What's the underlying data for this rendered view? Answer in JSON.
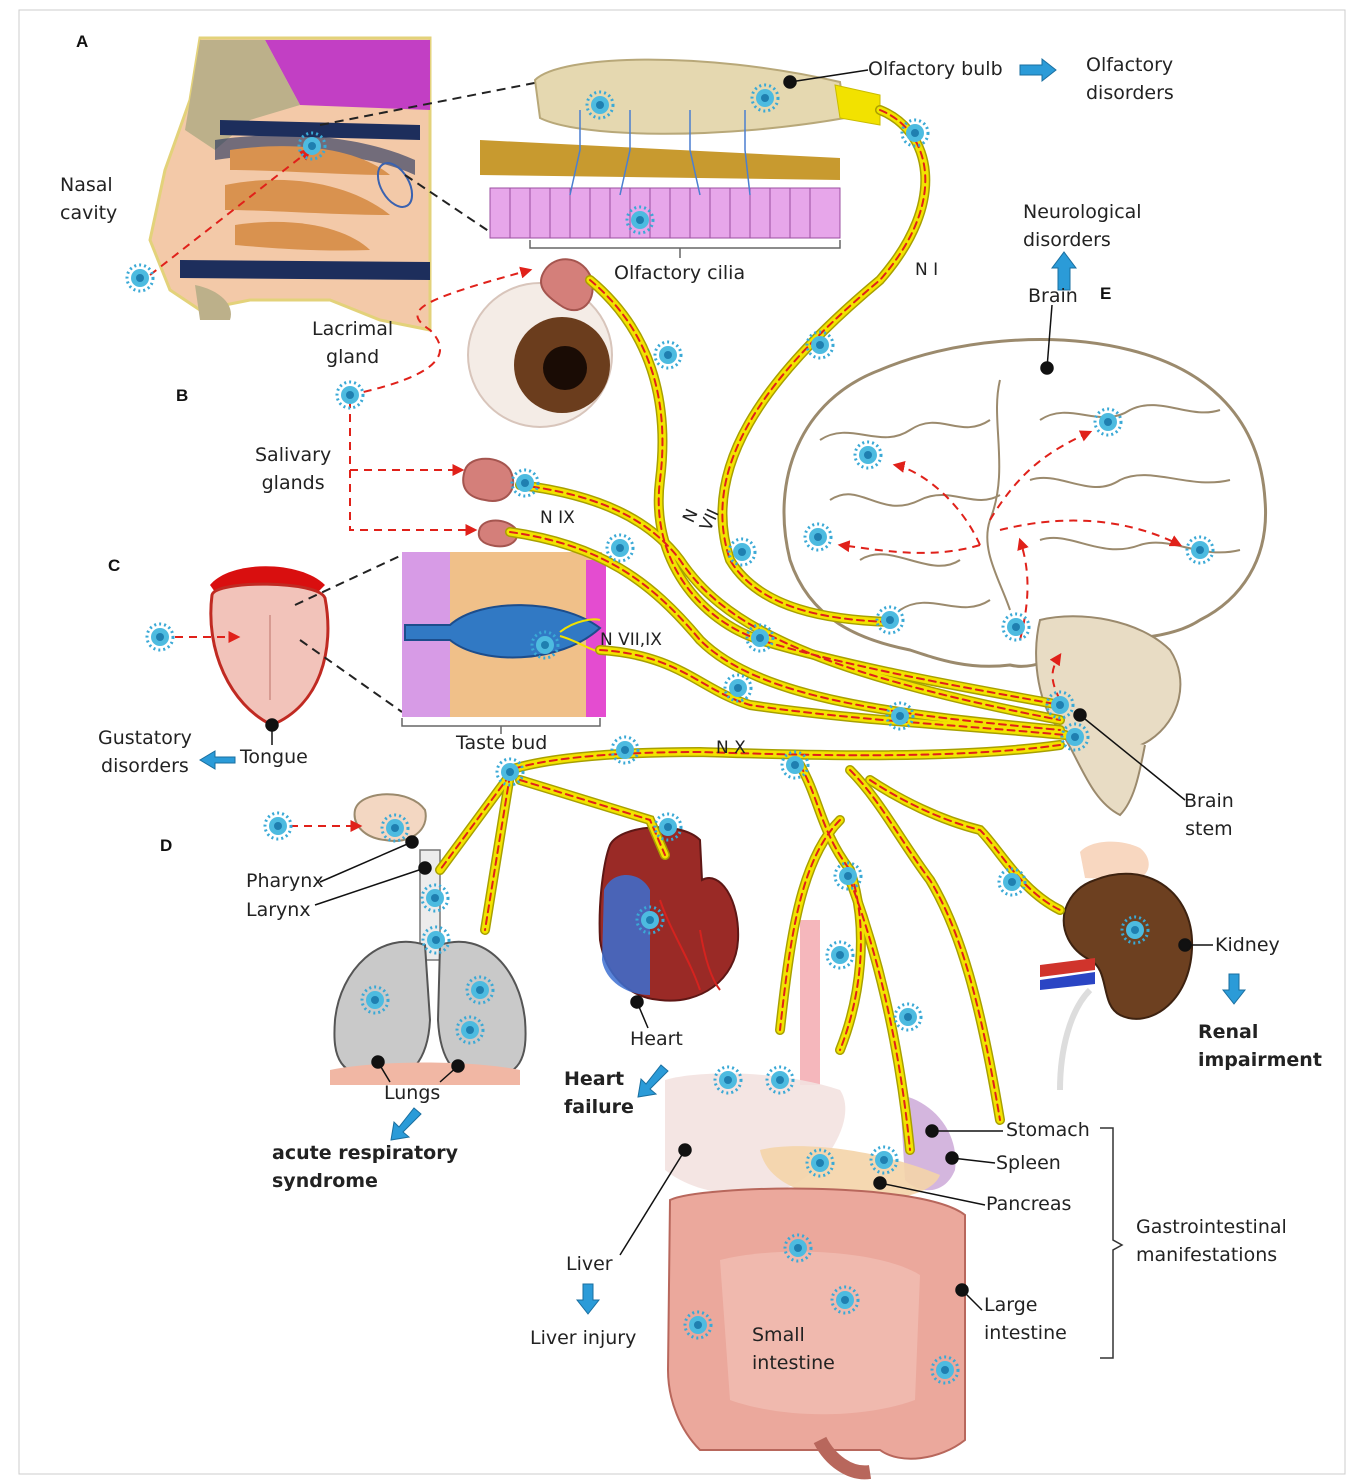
{
  "panels": {
    "a": "A",
    "b": "B",
    "c": "C",
    "d": "D",
    "e": "E"
  },
  "labels": {
    "nasal_cavity": "Nasal\ncavity",
    "olfactory_bulb": "Olfactory bulb",
    "olfactory_disorders": "Olfactory\ndisorders",
    "olfactory_cilia": "Olfactory cilia",
    "neurological_disorders": "Neurological\ndisorders",
    "brain": "Brain",
    "lacrimal_gland": "Lacrimal\ngland",
    "salivary_glands": "Salivary\nglands",
    "tongue": "Tongue",
    "taste_bud": "Taste bud",
    "gustatory_disorders": "Gustatory\ndisorders",
    "brain_stem": "Brain\nstem",
    "pharynx": "Pharynx",
    "larynx": "Larynx",
    "lungs": "Lungs",
    "acute_respiratory": "acute respiratory\nsyndrome",
    "heart": "Heart",
    "heart_failure": "Heart\nfailure",
    "kidney": "Kidney",
    "renal_impairment": "Renal\nimpairment",
    "stomach": "Stomach",
    "spleen": "Spleen",
    "pancreas": "Pancreas",
    "gi_manifestations": "Gastrointestinal\nmanifestations",
    "liver": "Liver",
    "liver_injury": "Liver injury",
    "large_intestine": "Large\nintestine",
    "small_intestine": "Small\nintestine"
  },
  "nerves": {
    "n1": "N I",
    "n7": "N\nVII",
    "n9": "N IX",
    "n7_9": "N VII,IX",
    "n10": "N X"
  },
  "colors": {
    "nerve_yellow": "#f2e200",
    "nerve_edge": "#a8a000",
    "virus_path": "#e0211a",
    "virus_blue": "#3aa9d6",
    "arrow_blue": "#2b9bd8",
    "brain_line": "#9b8a6d"
  }
}
